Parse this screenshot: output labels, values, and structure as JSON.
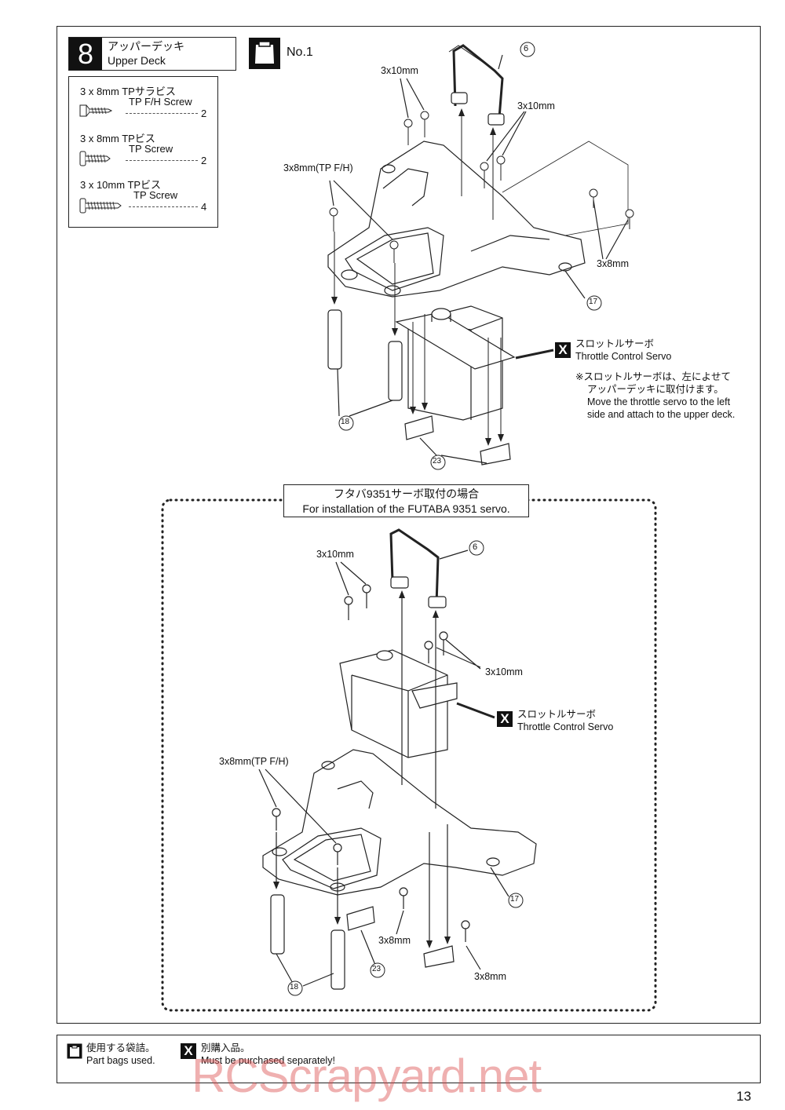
{
  "step": {
    "number": "8",
    "title_jp": "アッパーデッキ",
    "title_en": "Upper Deck"
  },
  "bag": {
    "label": "No.1"
  },
  "screw_list": [
    {
      "title": "3 x 8mm  TPサラビス",
      "sub": "TP F/H Screw",
      "qty": "2"
    },
    {
      "title": "3 x 8mm  TPビス",
      "sub": "TP Screw",
      "qty": "2"
    },
    {
      "title": "3 x 10mm  TPビス",
      "sub": "TP Screw",
      "qty": "4"
    }
  ],
  "diagram_top": {
    "screw_3x10_a": "3x10mm",
    "screw_3x10_b": "3x10mm",
    "screw_3x8_fh": "3x8mm(TP F/H)",
    "screw_3x8": "3x8mm",
    "part_6": "6",
    "part_17": "17",
    "part_18": "18",
    "part_23": "23",
    "servo_jp": "スロットルサーボ",
    "servo_en": "Throttle Control Servo",
    "note_jp_1": "※スロットルサーボは、左によせて",
    "note_jp_2": "アッパーデッキに取付けます。",
    "note_en_1": "Move the throttle servo to the left",
    "note_en_2": "side and attach to the upper deck."
  },
  "futaba": {
    "jp": "フタバ9351サーボ取付の場合",
    "en": "For installation of the FUTABA 9351 servo."
  },
  "diagram_bottom": {
    "screw_3x10_a": "3x10mm",
    "screw_3x10_b": "3x10mm",
    "screw_3x8_fh": "3x8mm(TP F/H)",
    "screw_3x8_a": "3x8mm",
    "screw_3x8_b": "3x8mm",
    "part_6": "6",
    "part_17": "17",
    "part_18": "18",
    "part_23": "23",
    "servo_jp": "スロットルサーボ",
    "servo_en": "Throttle Control Servo"
  },
  "footer": {
    "bag_jp": "使用する袋詰。",
    "bag_en": "Part bags used.",
    "x_symbol": "X",
    "sep_jp": "別購入品。",
    "sep_en": "Must be purchased separately!"
  },
  "watermark": "RCScrapyard.net",
  "page_number": "13"
}
